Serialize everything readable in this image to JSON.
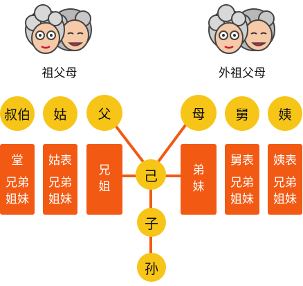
{
  "top": {
    "left_label": "祖父母",
    "right_label": "外祖父母"
  },
  "circles": [
    "叔伯",
    "姑",
    "父",
    "母",
    "舅",
    "姨"
  ],
  "boxes": [
    {
      "l1": "堂",
      "l2a": "兄弟",
      "l2b": "姐妹"
    },
    {
      "l1": "姑表",
      "l2a": "兄弟",
      "l2b": "姐妹"
    },
    {
      "l1": "兄",
      "l2a": "姐",
      "l2b": ""
    },
    {
      "l1": "弟",
      "l2a": "妹",
      "l2b": ""
    },
    {
      "l1": "舅表",
      "l2a": "兄弟",
      "l2b": "姐妹"
    },
    {
      "l1": "姨表",
      "l2a": "兄弟",
      "l2b": "姐妹"
    }
  ],
  "chain": [
    "己",
    "子",
    "孙"
  ],
  "colors": {
    "yellow": "#f7c517",
    "orange": "#f25a14",
    "line": "#f25a14"
  },
  "icons": [
    "grandparents-left-icon",
    "grandparents-right-icon"
  ]
}
